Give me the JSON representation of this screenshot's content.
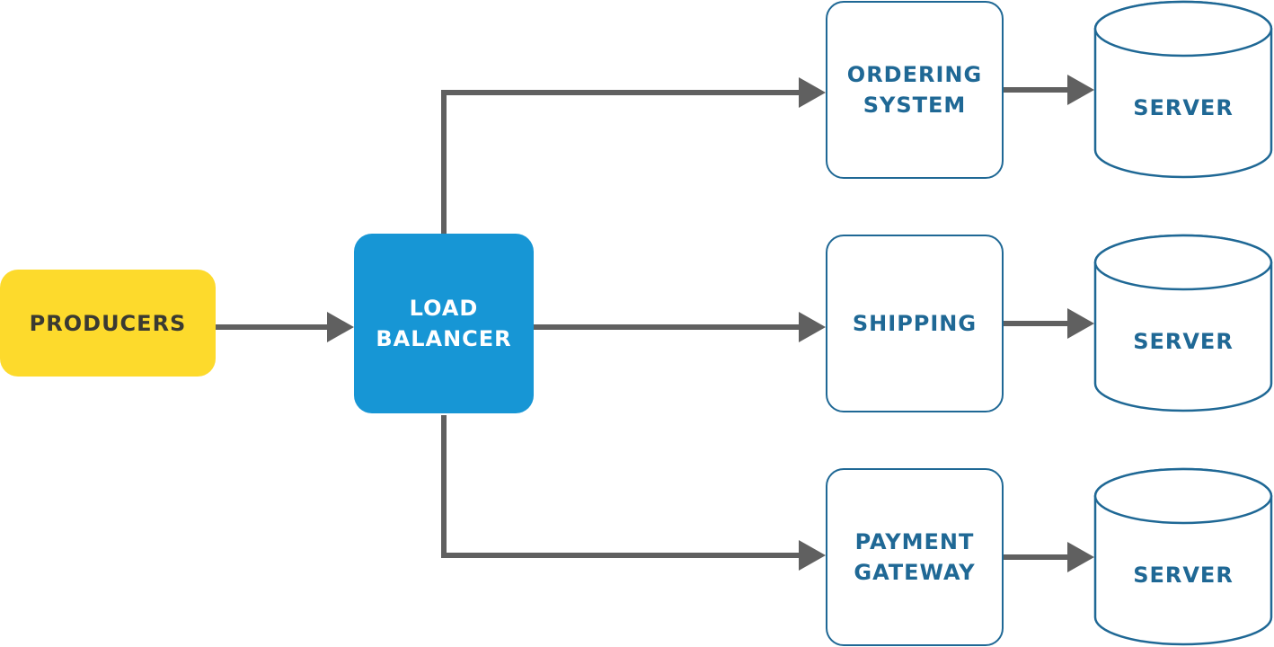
{
  "producers": {
    "label": "PRODUCERS"
  },
  "load_balancer": {
    "line1": "LOAD",
    "line2": "BALANCER"
  },
  "services": [
    {
      "line1": "ORDERING",
      "line2": "SYSTEM"
    },
    {
      "line1": "SHIPPING"
    },
    {
      "line1": "PAYMENT",
      "line2": "GATEWAY"
    }
  ],
  "servers": [
    {
      "label": "SERVER"
    },
    {
      "label": "SERVER"
    },
    {
      "label": "SERVER"
    }
  ],
  "colors": {
    "producers_fill": "#fdda2c",
    "load_balancer_fill": "#1796d5",
    "outline": "#1f6895",
    "arrow": "#606060"
  }
}
